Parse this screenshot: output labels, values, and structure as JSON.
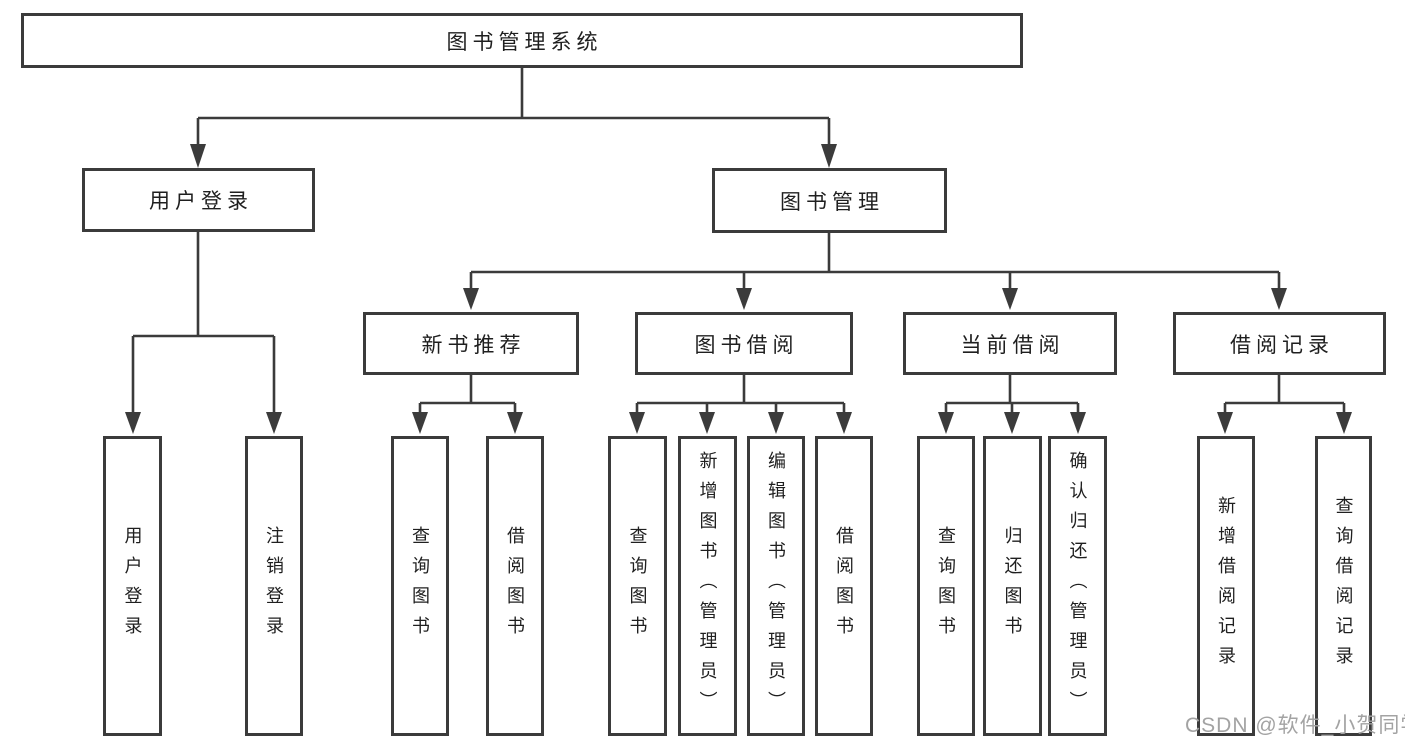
{
  "diagram": {
    "root": {
      "label": "图书管理系统"
    },
    "level2": [
      {
        "label": "用户登录",
        "children": [
          {
            "label": "用户登录"
          },
          {
            "label": "注销登录"
          }
        ]
      },
      {
        "label": "图书管理",
        "children": [
          {
            "label": "新书推荐",
            "children": [
              {
                "label": "查询图书"
              },
              {
                "label": "借阅图书"
              }
            ]
          },
          {
            "label": "图书借阅",
            "children": [
              {
                "label": "查询图书"
              },
              {
                "label": "新增图书（管理员）"
              },
              {
                "label": "编辑图书（管理员）"
              },
              {
                "label": "借阅图书"
              }
            ]
          },
          {
            "label": "当前借阅",
            "children": [
              {
                "label": "查询图书"
              },
              {
                "label": "归还图书"
              },
              {
                "label": "确认归还（管理员）"
              }
            ]
          },
          {
            "label": "借阅记录",
            "children": [
              {
                "label": "新增借阅记录"
              },
              {
                "label": "查询借阅记录"
              }
            ]
          }
        ]
      }
    ]
  },
  "watermark": {
    "label": "CSDN @软件_小贺同学"
  },
  "colors": {
    "line": "#3b3b3b",
    "border": "#3b3b3b",
    "text": "#1f1f1f",
    "watermark": "#a3a3a3",
    "background": "#ffffff"
  }
}
